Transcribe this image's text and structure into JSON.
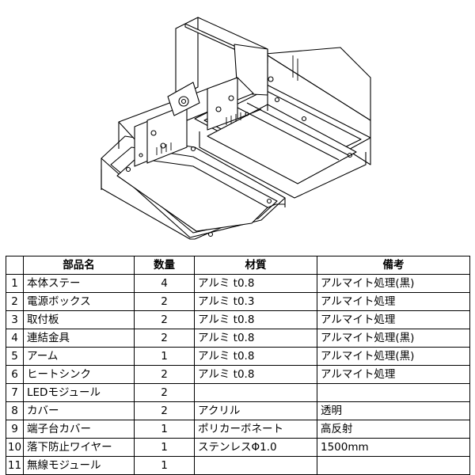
{
  "table": {
    "headers": {
      "no": "",
      "name": "部品名",
      "qty": "数量",
      "material": "材質",
      "remarks": "備考"
    },
    "rows": [
      {
        "no": "1",
        "name": "本体ステー",
        "qty": "4",
        "material": "アルミ t0.8",
        "remarks": "アルマイト処理(黒)"
      },
      {
        "no": "2",
        "name": "電源ボックス",
        "qty": "2",
        "material": "アルミ t0.3",
        "remarks": "アルマイト処理"
      },
      {
        "no": "3",
        "name": "取付板",
        "qty": "2",
        "material": "アルミ t0.8",
        "remarks": "アルマイト処理"
      },
      {
        "no": "4",
        "name": "連結金具",
        "qty": "2",
        "material": "アルミ t0.8",
        "remarks": "アルマイト処理(黒)"
      },
      {
        "no": "5",
        "name": "アーム",
        "qty": "1",
        "material": "アルミ t0.8",
        "remarks": "アルマイト処理(黒)"
      },
      {
        "no": "6",
        "name": "ヒートシンク",
        "qty": "2",
        "material": "アルミ t0.8",
        "remarks": "アルマイト処理"
      },
      {
        "no": "7",
        "name": "LEDモジュール",
        "qty": "2",
        "material": "",
        "remarks": ""
      },
      {
        "no": "8",
        "name": "カバー",
        "qty": "2",
        "material": "アクリル",
        "remarks": "透明"
      },
      {
        "no": "9",
        "name": "端子台カバー",
        "qty": "1",
        "material": "ポリカーボネート",
        "remarks": "高反射"
      },
      {
        "no": "10",
        "name": "落下防止ワイヤー",
        "qty": "1",
        "material": "ステンレスΦ1.0",
        "remarks": "1500mm"
      },
      {
        "no": "11",
        "name": "無線モジュール",
        "qty": "1",
        "material": "",
        "remarks": ""
      }
    ]
  }
}
